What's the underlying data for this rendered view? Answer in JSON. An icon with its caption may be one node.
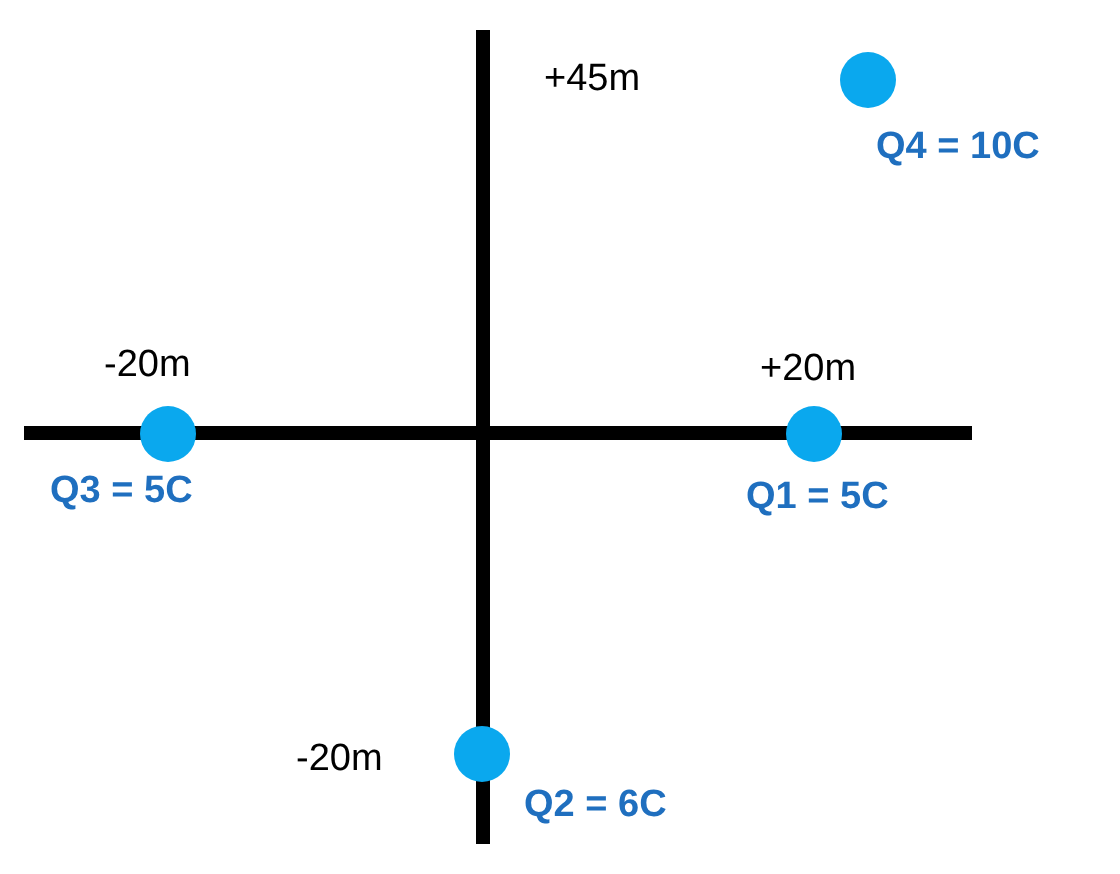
{
  "diagram": {
    "nodes": [
      {
        "text": [
          "Q4 = 10C"
        ]
      },
      {
        "text": [
          "Q3 = 5C"
        ]
      },
      {
        "text": [
          "Q1 = 5C"
        ]
      },
      {
        "text": [
          "Q2 = 6C"
        ]
      }
    ],
    "edges": [],
    "labels": [
      "+45m",
      "-20m",
      "+20m",
      "-20m"
    ]
  }
}
